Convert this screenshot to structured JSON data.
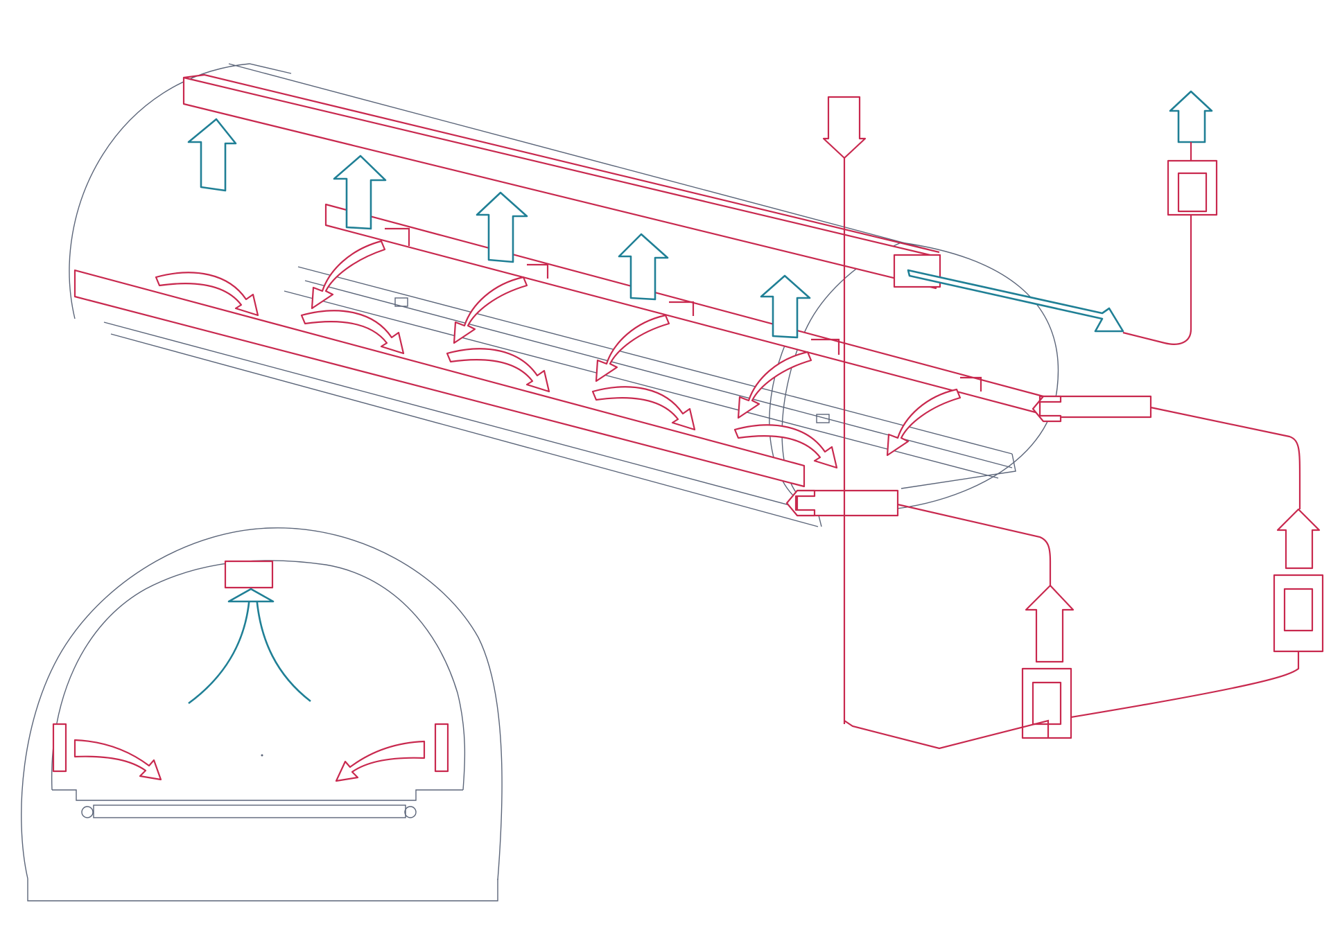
{
  "diagram": {
    "kind": "tunnel ventilation schematic",
    "colors": {
      "supply": "#c8284e",
      "exhaust": "#1f7f95",
      "structure": "#5a6478"
    },
    "components": [
      "exhaust-duct",
      "supply-duct-left",
      "supply-duct-right",
      "fan-station",
      "cross-section"
    ]
  }
}
